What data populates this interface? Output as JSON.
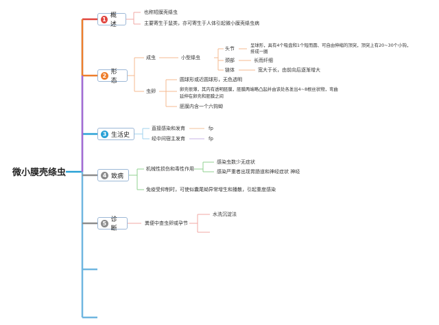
{
  "root": "微小膜壳绦虫",
  "colors": {
    "red": "#e0443e",
    "orange": "#ee7d2b",
    "blue": "#27a0d6",
    "gray": "#8c8c8c",
    "line": "#9bb7d6"
  },
  "branches": [
    {
      "num": "1",
      "label": "概述",
      "items": [
        "也称短膜壳绦虫",
        "主要寄生于鼠类，亦可寄生于人体引起微小膜壳绦虫病"
      ]
    },
    {
      "num": "2",
      "label": "形态",
      "adult": "成虫",
      "adult_type": "小型绦虫",
      "head": "头节",
      "head_desc": "呈球形，具有4个吸盘和1个短而圆、可自由伸缩的顶突，顶突上有20~30个小钩，",
      "head_desc2": "排成一圈",
      "neck": "颈部",
      "neck_desc": "长而纤细",
      "body": "链体",
      "body_desc": "宽大于长，由前向后逐渐增大",
      "egg": "虫卵",
      "egg_items": [
        "圆球形或近圆球形，无色透明",
        "卵壳很薄，其内有透明胚膜，胚膜两端略凸起并由该处各发出4~8根丝状物，弯曲",
        "延伸在卵壳和胚膜之间",
        "胚膜内含一个六钩蚴"
      ]
    },
    {
      "num": "3",
      "label": "生活史",
      "items": [
        {
          "text": "直接感染和发育",
          "tag": "fp"
        },
        {
          "text": "经中间宿主发育",
          "tag": "fp"
        }
      ]
    },
    {
      "num": "4",
      "label": "致病",
      "mech": "机械性损伤和毒性作用",
      "mech_items": [
        "感染虫数少无症状",
        "感染严重者出现胃肠道和神经症状 神经"
      ],
      "immune": "免疫受抑制时，可使似囊尾蚴异常增生和播散，引起重度感染"
    },
    {
      "num": "5",
      "label": "诊断",
      "item": "粪便中查虫卵或孕节",
      "sub": "水洗沉淀法"
    }
  ]
}
